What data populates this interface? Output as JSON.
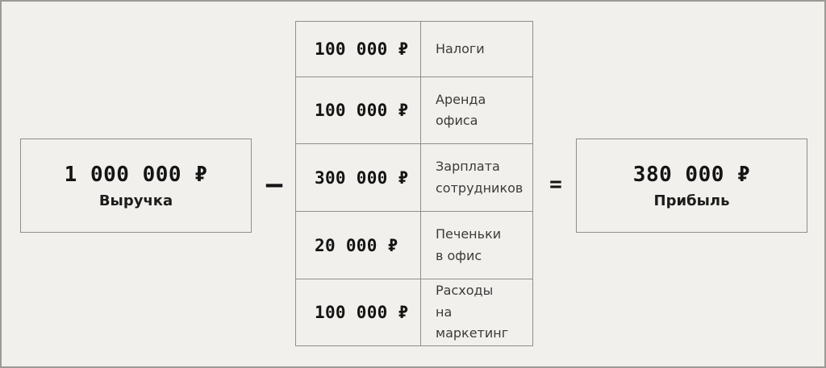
{
  "page": {
    "background": "#f1f0ec",
    "border_color": "#8f8e89",
    "text_color": "#141414"
  },
  "revenue_box": {
    "amount": "1 000 000 ₽",
    "label": "Выручка"
  },
  "operators": {
    "minus": "–",
    "equals": "="
  },
  "expenses": [
    {
      "amount": "100 000 ₽",
      "label": "Налоги"
    },
    {
      "amount": "100 000 ₽",
      "label": "Аренда\nофиса"
    },
    {
      "amount": "300 000 ₽",
      "label": "Зарплата\nсотрудников"
    },
    {
      "amount": "20 000 ₽",
      "label": "Печеньки\nв офис"
    },
    {
      "amount": "100 000 ₽",
      "label": "Расходы\nна маркетинг"
    }
  ],
  "profit_box": {
    "amount": "380 000 ₽",
    "label": "Прибыль"
  }
}
